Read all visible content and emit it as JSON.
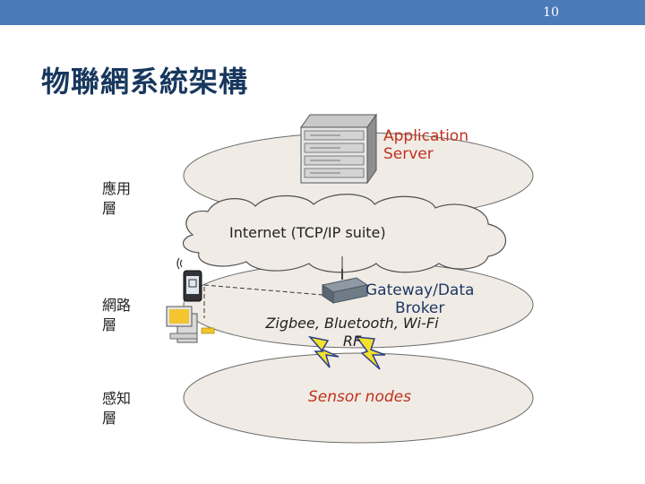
{
  "header": {
    "page_number": "10"
  },
  "title": "物聯網系統架構",
  "layers": {
    "application": {
      "line1": "應用",
      "line2": "層"
    },
    "network": {
      "line1": "網路",
      "line2": "層"
    },
    "sensing": {
      "line1": "感知",
      "line2": "層"
    }
  },
  "diagram": {
    "server": {
      "line1": "Application",
      "line2": "Server"
    },
    "internet": "Internet (TCP/IP suite)",
    "gateway": {
      "line1": "Gateway/Data",
      "line2": "Broker"
    },
    "protocols": {
      "line1": "Zigbee, Bluetooth, Wi-Fi",
      "line2": "RF"
    },
    "sensors": "Sensor nodes"
  },
  "colors": {
    "topbar": "#4a7ab7",
    "title": "#17375e",
    "layer_fill": "#f0ece5",
    "accent_red": "#c0311d",
    "gateway_text": "#1f3864",
    "lightning": "#f2e12b"
  }
}
